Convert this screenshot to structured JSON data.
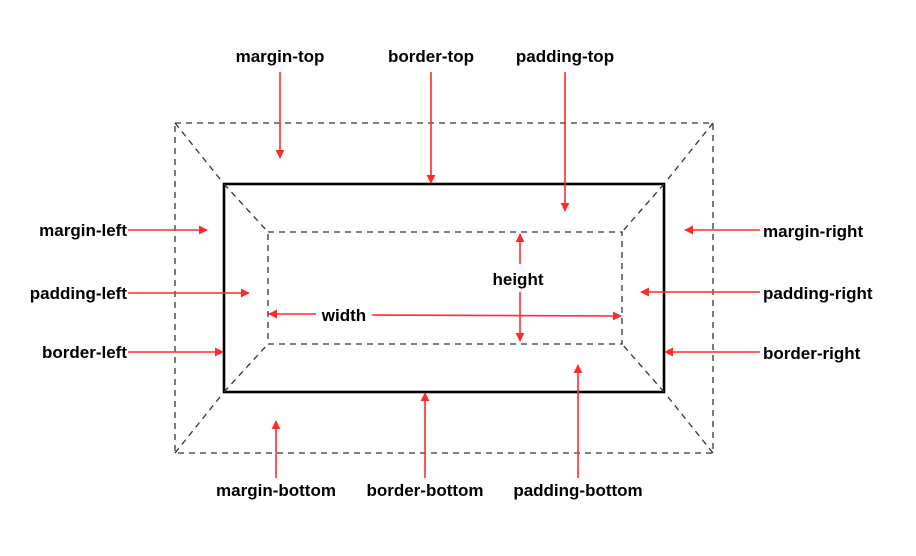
{
  "labels": {
    "margin_top": "margin-top",
    "border_top": "border-top",
    "padding_top": "padding-top",
    "margin_left": "margin-left",
    "padding_left": "padding-left",
    "border_left": "border-left",
    "margin_right": "margin-right",
    "padding_right": "padding-right",
    "border_right": "border-right",
    "margin_bottom": "margin-bottom",
    "border_bottom": "border-bottom",
    "padding_bottom": "padding-bottom",
    "width": "width",
    "height": "height"
  },
  "colors": {
    "arrow": "#ff2a2a",
    "stroke": "#000000",
    "dashed": "#333333"
  }
}
